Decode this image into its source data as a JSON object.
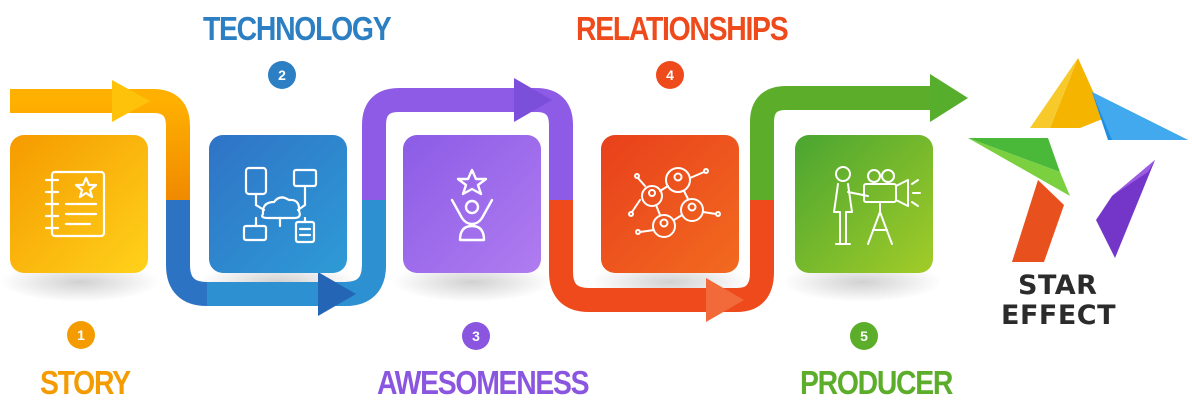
{
  "steps": [
    {
      "number": "1",
      "label": "STORY",
      "color": "#f49b00",
      "icon": "notebook-star-icon"
    },
    {
      "number": "2",
      "label": "TECHNOLOGY",
      "color": "#2b7fc2",
      "icon": "network-cloud-icon"
    },
    {
      "number": "3",
      "label": "AWESOMENESS",
      "color": "#8a56e0",
      "icon": "star-person-icon"
    },
    {
      "number": "4",
      "label": "RELATIONSHIPS",
      "color": "#ee4a1c",
      "icon": "people-network-icon"
    },
    {
      "number": "5",
      "label": "PRODUCER",
      "color": "#5cad2a",
      "icon": "film-camera-operator-icon"
    }
  ],
  "brand": {
    "line1": "STAR",
    "line2": "EFFECT",
    "icon": "multicolor-star-logo-icon"
  }
}
